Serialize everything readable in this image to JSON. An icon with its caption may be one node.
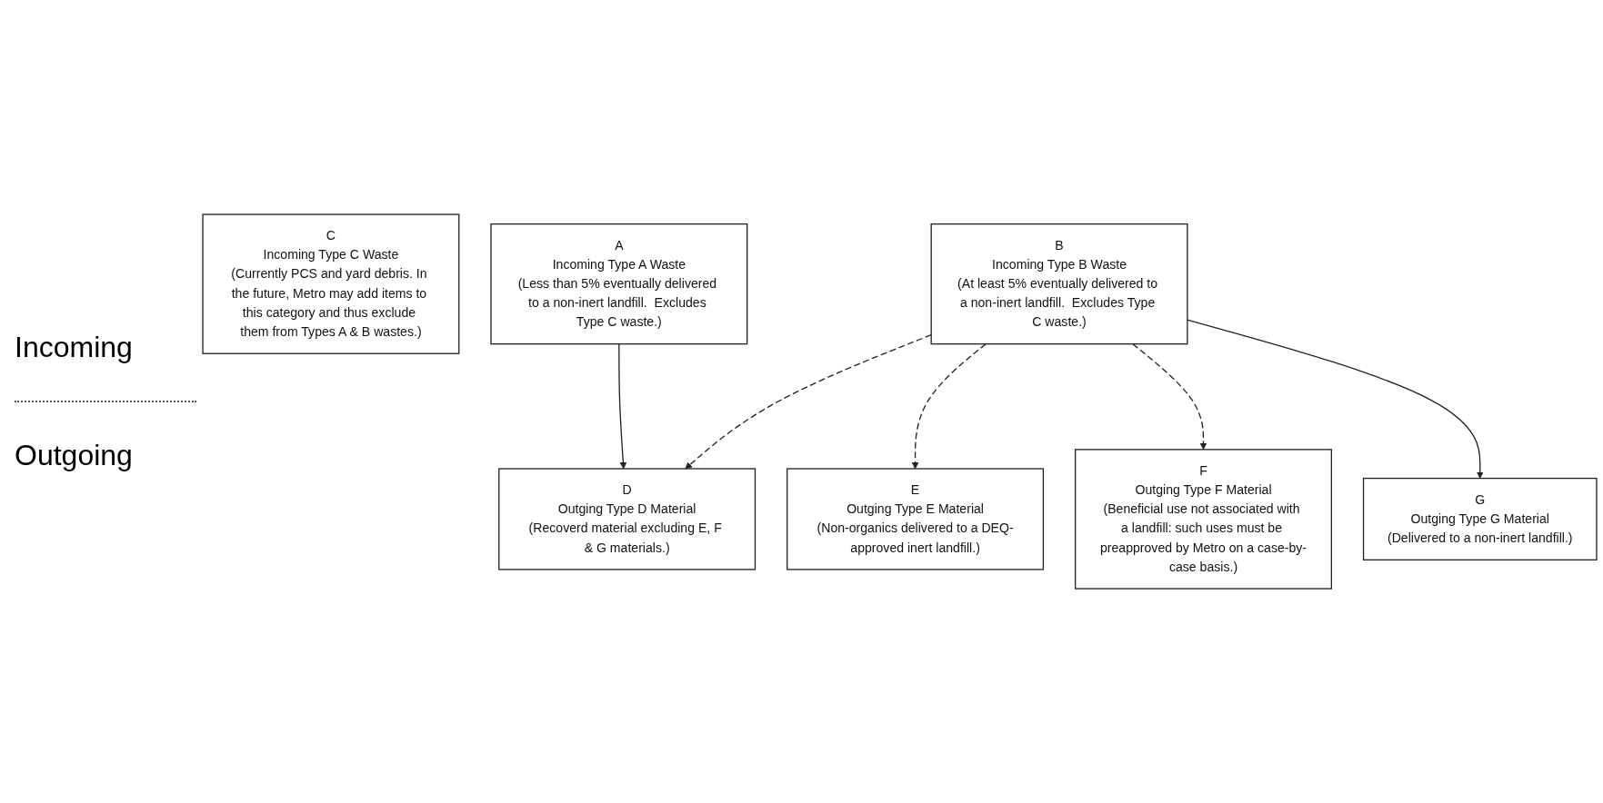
{
  "diagram": {
    "nodes": [
      {
        "text": [
          "A",
          "Incoming Type A Waste",
          "(Less than 5% eventually delivered to a non-inert landfill.  Excludes Type C waste.)"
        ]
      },
      {
        "text": [
          "B",
          "Incoming Type B Waste",
          "(At least 5% eventually delivered to a non-inert landfill.  Excludes Type C waste.)"
        ]
      },
      {
        "text": [
          "C",
          "Incoming Type C Waste",
          "(Currently PCS and yard debris. In the future, Metro may add items to this category and thus exclude them from Types A & B wastes.)"
        ]
      },
      {
        "text": [
          "D",
          "Outging Type D Material",
          "(Recoverd material excluding E, F & G materials.)"
        ]
      },
      {
        "text": [
          "E",
          "Outging Type E Material",
          "(Non-organics delivered to a DEQ-approved inert landfill.)"
        ]
      },
      {
        "text": [
          "F",
          "Outging Type F Material",
          "(Beneficial use not associated with a landfill: such uses must be preapproved by Metro on a case-by-case basis.)"
        ]
      },
      {
        "text": [
          "G",
          "Outging Type G Material",
          "(Delivered to a non-inert landfill.)"
        ]
      }
    ],
    "edges": [
      {
        "from": 0,
        "to": 3,
        "arrow": "to"
      },
      {
        "from": 1,
        "to": 3,
        "arrow": "to",
        "style": "dashed"
      },
      {
        "from": 1,
        "to": 4,
        "arrow": "to",
        "style": "dashed"
      },
      {
        "from": 1,
        "to": 5,
        "arrow": "to",
        "style": "dashed"
      },
      {
        "from": 1,
        "to": 6,
        "arrow": "to"
      }
    ],
    "labels": [
      "Incoming",
      "Outgoing"
    ]
  }
}
